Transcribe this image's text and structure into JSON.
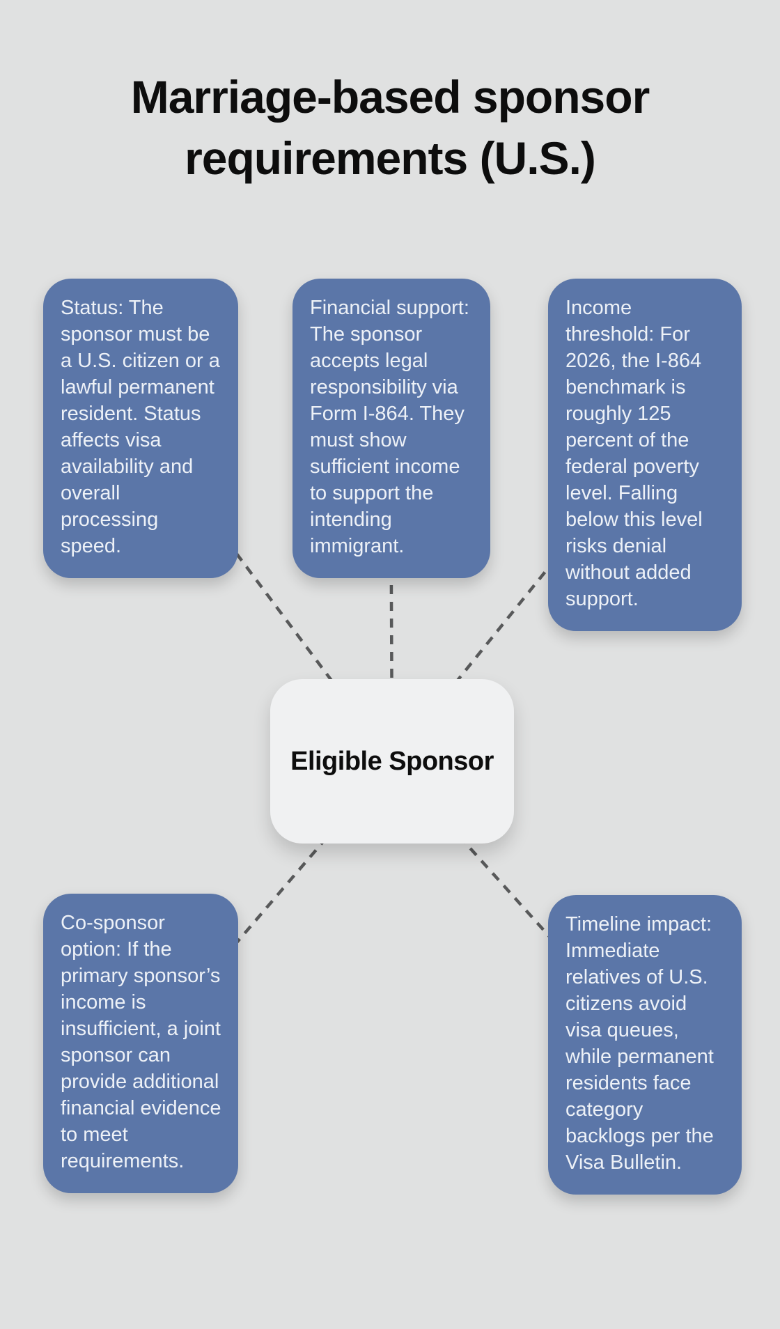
{
  "title": "Marriage-based sponsor requirements (U.S.)",
  "center": {
    "label": "Eligible Sponsor"
  },
  "nodes": [
    {
      "id": "status",
      "position": "top-left",
      "text": "Status: The sponsor must be a U.S. citizen or a lawful permanent resident. Status affects visa availability and overall processing speed."
    },
    {
      "id": "financial-support",
      "position": "top-center",
      "text": "Financial support: The sponsor accepts legal responsibility via Form I-864. They must show sufficient income to support the intending immigrant."
    },
    {
      "id": "income-threshold",
      "position": "top-right",
      "text": "Income threshold: For 2026, the I-864 benchmark is roughly 125 percent of the federal poverty level. Falling below this level risks denial without added support."
    },
    {
      "id": "co-sponsor-option",
      "position": "bottom-left",
      "text": "Co-sponsor option: If the primary sponsor’s income is insufficient, a joint sponsor can provide additional financial evidence to meet requirements."
    },
    {
      "id": "timeline-impact",
      "position": "bottom-right",
      "text": "Timeline impact: Immediate relatives of U.S. citizens avoid visa queues, while permanent residents face category backlogs per the Visa Bulletin."
    }
  ],
  "colors": {
    "background": "#e0e1e1",
    "node_fill": "#5b76a8",
    "node_text": "#edf1f7",
    "center_fill": "#f0f1f2",
    "center_text": "#0d0d0d",
    "connector": "#58595a",
    "title_text": "#0d0d0d"
  }
}
